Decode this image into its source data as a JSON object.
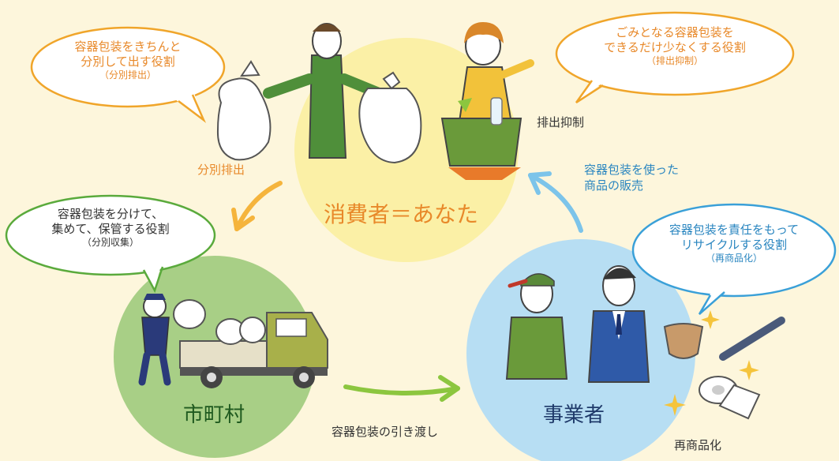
{
  "colors": {
    "background": "#fdf6dc",
    "consumer_circle": "#fbf0a6",
    "municipality_circle": "#a8cf86",
    "business_circle": "#b7def3",
    "orange": "#f0a52a",
    "green": "#5aaa3c",
    "blue": "#3aa0d8",
    "arrow_orange": "#f5b43c",
    "arrow_green": "#8cc63f",
    "arrow_blue": "#7cc4ea"
  },
  "entities": {
    "consumer": "消費者＝あなた",
    "municipality": "市町村",
    "business": "事業者"
  },
  "flows": {
    "sorting": "分別排出",
    "reduction": "排出抑制",
    "sales_line1": "容器包装を使った",
    "sales_line2": "商品の販売",
    "handover": "容器包装の引き渡し",
    "recommercialize": "再商品化"
  },
  "bubbles": {
    "consumer_sort": {
      "line1": "容器包装をきちんと",
      "line2": "分別して出す役割",
      "note": "（分別排出）"
    },
    "consumer_reduce": {
      "line1": "ごみとなる容器包装を",
      "line2": "できるだけ少なくする役割",
      "note": "（排出抑制）"
    },
    "municipality": {
      "line1": "容器包装を分けて、",
      "line2": "集めて、保管する役割",
      "note": "（分別収集）"
    },
    "business": {
      "line1": "容器包装を責任をもって",
      "line2": "リサイクルする役割",
      "note": "（再商品化）"
    }
  }
}
